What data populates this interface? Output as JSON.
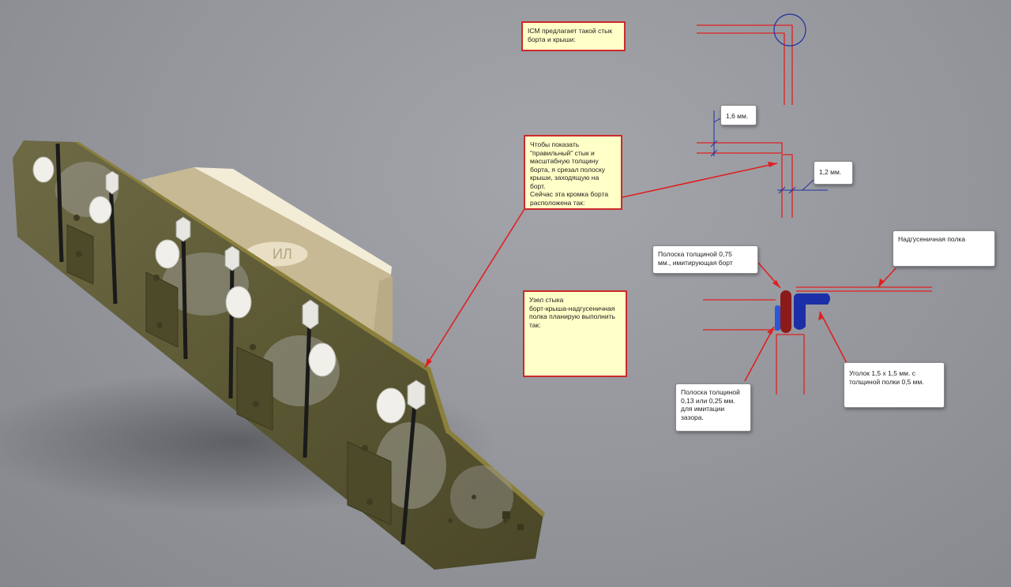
{
  "notes": {
    "icm_joint": "ICM предлагает такой стык\nборта и крыши:",
    "correct_joint": "Чтобы показать\n\"правильный\" стык и\nмасштабную толщину\nборта, я срезал полоску\nкрыши, заходящую на\nборт.\nСейчас эта кромка борта\nрасположена так:",
    "assembly_plan": "Узел стыка\nборт-крыша-надгусеничная\nполка планирую выполнить\nтак:"
  },
  "dimensions": {
    "dim_1_6": "1,6 мм.",
    "dim_1_2": "1,2 мм."
  },
  "callouts": {
    "fender": "Надгусеничная полка",
    "side_strip": "Полоска толщиной 0,75\nмм., имитирующая борт",
    "angle": "Уголок 1,5 х 1,5 мм. с\nтолщиной полки 0,5 мм.",
    "gap_strip": "Полоска толщиной\n0,13 или 0,25 мм.\nдля имитации\nзазора."
  },
  "colors": {
    "annotation_red": "#e02020",
    "side_strip": "#8b1a1a",
    "angle": "#1c2fa8",
    "gap_strip": "#2a56d8",
    "dimension_blue": "#2030a0",
    "hull_olive": "#55522d"
  }
}
